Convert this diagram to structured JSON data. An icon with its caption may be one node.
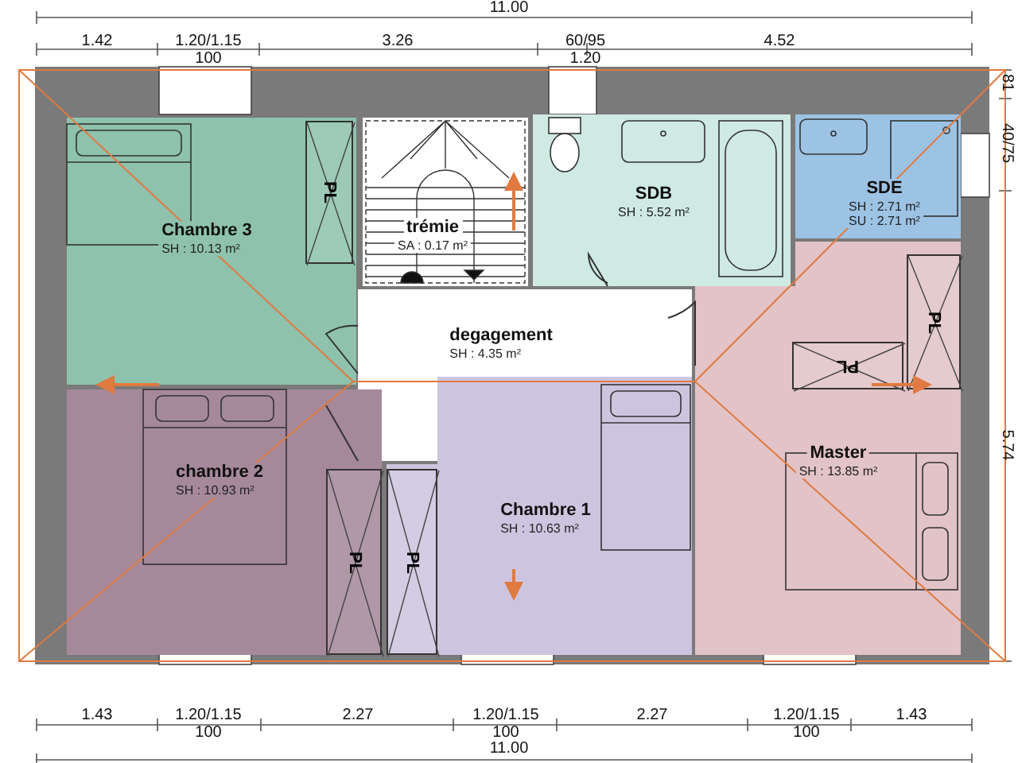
{
  "diagram": {
    "nodes": [
      {
        "text": [
          "Chambre 3",
          "SH : 10.13 m²"
        ]
      },
      {
        "text": [
          "PL"
        ],
        "in": 0
      },
      {
        "text": [
          "trémie",
          "SA : 0.17 m²"
        ]
      },
      {
        "text": [
          "SDB",
          "SH : 5.52 m²"
        ]
      },
      {
        "text": [
          "SDE",
          "SH : 2.71 m²",
          "SU : 2.71 m²"
        ]
      },
      {
        "text": [
          "degagement",
          "SH : 4.35 m²"
        ]
      },
      {
        "text": [
          "Master",
          "SH : 13.85 m²"
        ]
      },
      {
        "text": [
          "PL"
        ],
        "in": 6
      },
      {
        "text": [
          "PL"
        ],
        "in": 6
      },
      {
        "text": [
          "chambre 2",
          "SH : 10.93 m²"
        ]
      },
      {
        "text": [
          "PL"
        ],
        "in": 9
      },
      {
        "text": [
          "Chambre 1",
          "SH : 10.63 m²"
        ]
      },
      {
        "text": [
          "PL"
        ],
        "in": 11
      }
    ],
    "edges": [],
    "labels": [
      "11.00",
      "1.42",
      "1.20/1.15",
      "3.26",
      "60/95",
      "4.52",
      "100",
      "1.20",
      "81",
      "40/75",
      "5.74",
      "1.43",
      "1.20/1.15",
      "2.27",
      "1.20/1.15",
      "2.27",
      "1.20/1.15",
      "1.43",
      "100",
      "100",
      "100",
      "11.00"
    ]
  }
}
